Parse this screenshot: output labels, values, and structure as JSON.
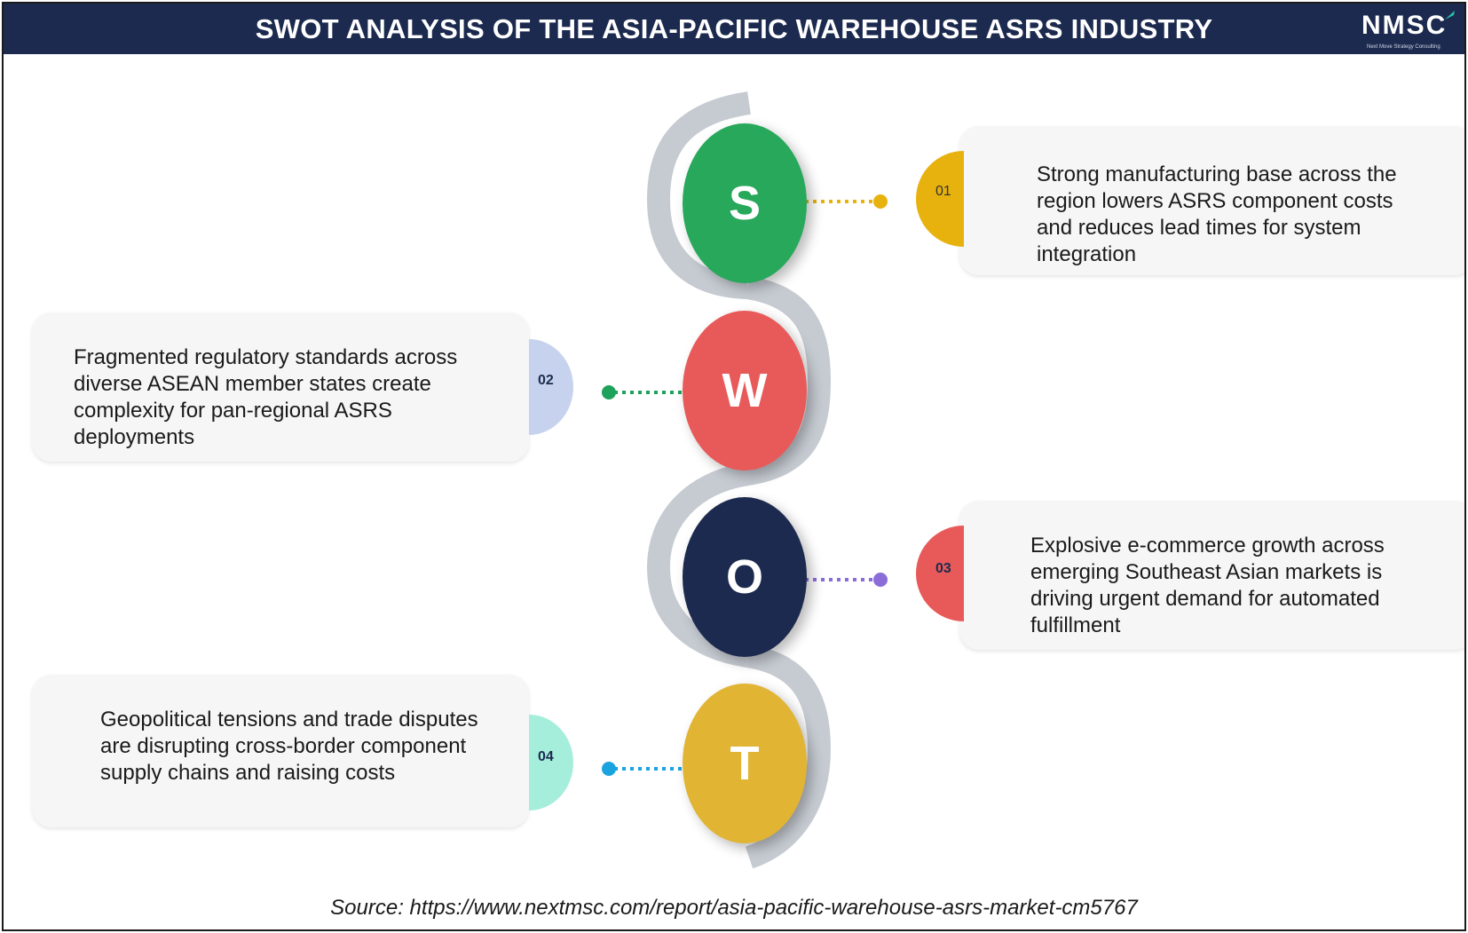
{
  "header": {
    "title": "SWOT ANALYSIS OF THE ASIA-PACIFIC WAREHOUSE ASRS INDUSTRY"
  },
  "logo": {
    "text": "NMSC",
    "subtitle": "Next Move Strategy Consulting"
  },
  "swot": [
    {
      "letter": "S",
      "number": "01",
      "color": "#27a85a",
      "number_color": "#e7b20e",
      "connector_color": "#e7b20e",
      "text": "Strong manufacturing base across the region lowers ASRS component costs and reduces lead times for system integration"
    },
    {
      "letter": "W",
      "number": "02",
      "color": "#e85a59",
      "number_color": "#c7d3ee",
      "connector_color": "#1ea25c",
      "text": "Fragmented regulatory standards across diverse ASEAN member states create complexity for pan-regional ASRS deployments"
    },
    {
      "letter": "O",
      "number": "03",
      "color": "#1c2a4f",
      "number_color": "#e85a59",
      "connector_color": "#8b6dd9",
      "text": "Explosive e-commerce growth across emerging Southeast Asian markets is driving urgent demand for automated fulfillment"
    },
    {
      "letter": "T",
      "number": "04",
      "color": "#e2b434",
      "number_color": "#a5eedb",
      "connector_color": "#1aa3df",
      "text": "Geopolitical tensions and trade disputes are disrupting cross-border component supply chains and raising costs"
    }
  ],
  "source": "Source: https://www.nextmsc.com/report/asia-pacific-warehouse-asrs-market-cm5767"
}
